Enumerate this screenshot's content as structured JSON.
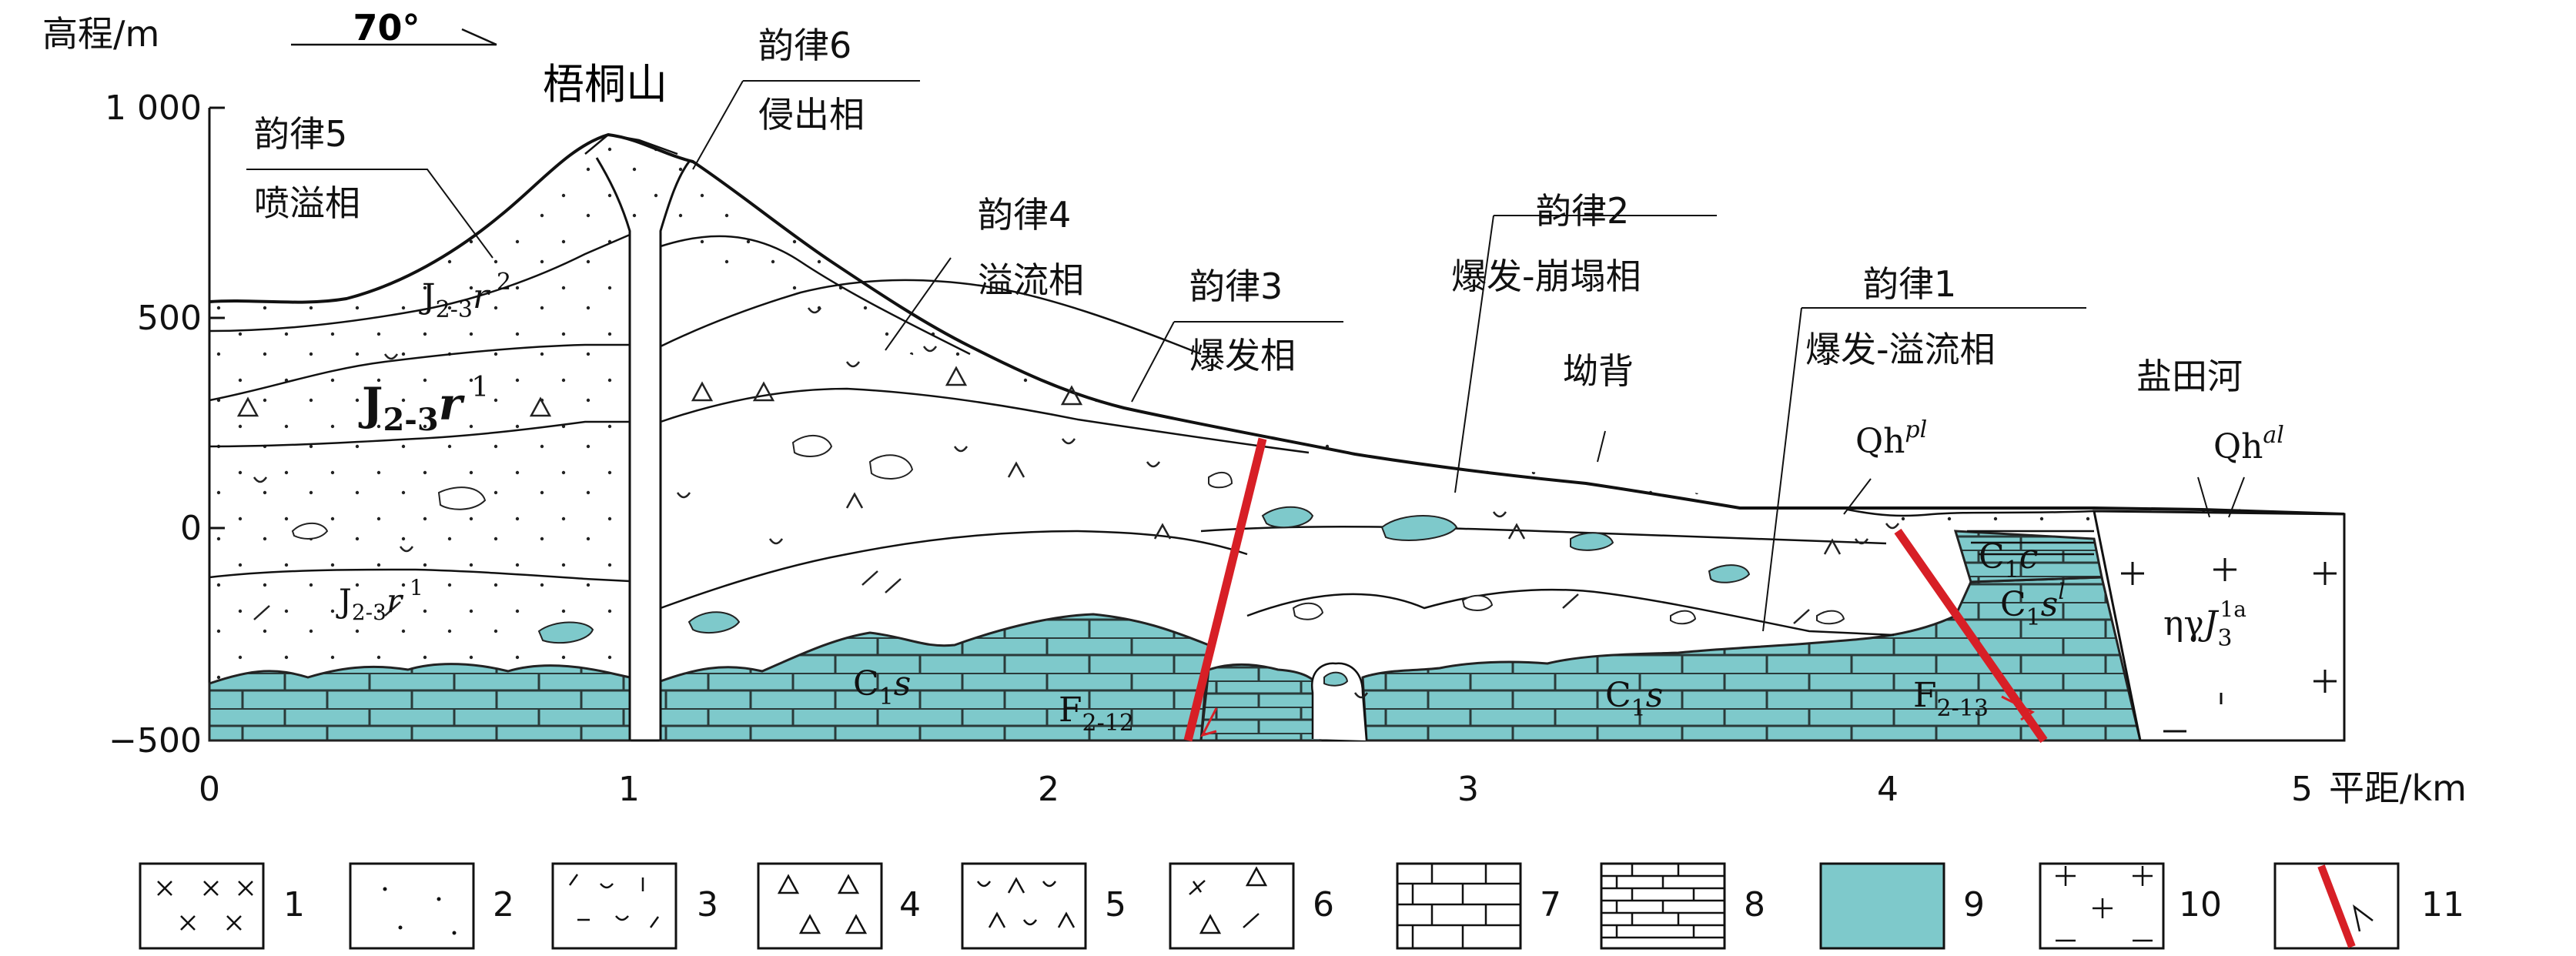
{
  "axis": {
    "y_title": "高程/m",
    "x_title": "平距/km",
    "y_ticks": [
      "1 000",
      "500",
      "0",
      "−500"
    ],
    "x_ticks": [
      "0",
      "1",
      "2",
      "3",
      "4",
      "5"
    ]
  },
  "orientation": "70°",
  "mountain": "梧桐山",
  "rhythms": {
    "r6": {
      "title": "韵律6",
      "facies": "侵出相"
    },
    "r5": {
      "title": "韵律5",
      "facies": "喷溢相"
    },
    "r4": {
      "title": "韵律4",
      "facies": "溢流相"
    },
    "r3": {
      "title": "韵律3",
      "facies": "爆发相"
    },
    "r2": {
      "title": "韵律2",
      "facies": "爆发-崩塌相"
    },
    "r1": {
      "title": "韵律1",
      "facies": "爆发-溢流相"
    }
  },
  "places": {
    "aobei": "坳背",
    "yantianhe": "盐田河"
  },
  "units": {
    "j23r2": {
      "base": "J",
      "sub": "2-3",
      "it": "r",
      "sup": "2"
    },
    "j23r1_upper": {
      "base": "J",
      "sub": "2-3",
      "it": "r",
      "sup": "1"
    },
    "j23r1_lower": {
      "base": "J",
      "sub": "2-3",
      "it": "r",
      "sup": "1"
    },
    "c1s_a": {
      "base": "C",
      "sub": "1",
      "it": "s"
    },
    "c1s_b": {
      "base": "C",
      "sub": "1",
      "it": "s"
    },
    "c1c": {
      "base": "C",
      "sub": "1",
      "it": "c"
    },
    "c1sl": {
      "base": "C",
      "sub": "1",
      "it": "s",
      "sup": "l"
    },
    "qhpl": {
      "base": "Qh",
      "sup": "pl"
    },
    "qhal": {
      "base": "Qh",
      "sup": "al"
    },
    "granite": {
      "base": "ηγ",
      "it": "J",
      "sub": "3",
      "sup": "1a"
    }
  },
  "faults": {
    "f212": {
      "base": "F",
      "sub": "2-12"
    },
    "f213": {
      "base": "F",
      "sub": "2-13"
    }
  },
  "legend": [
    "1",
    "2",
    "3",
    "4",
    "5",
    "6",
    "7",
    "8",
    "9",
    "10",
    "11"
  ],
  "colors": {
    "limestone": "#7ec9cb",
    "fault": "#d71f26",
    "line": "#111111"
  }
}
